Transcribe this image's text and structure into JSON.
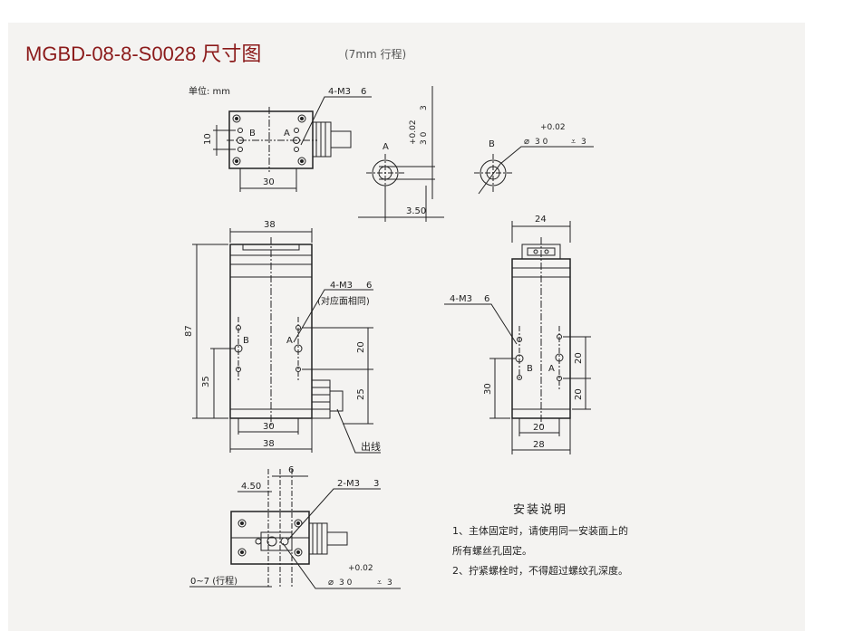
{
  "header": {
    "title": "MGBD-08-8-S0028 尺寸图",
    "subtitle": "(7mm 行程)"
  },
  "drawing": {
    "unit_label": "单位: mm",
    "top_view": {
      "thread_note": "4-M3",
      "thread_depth": "6",
      "dim_width": "30",
      "dim_side": "10",
      "label_a": "A",
      "label_b": "B"
    },
    "detail_a": {
      "label": "A",
      "tolerance": "+0.02",
      "nominal": "3  0",
      "depth": "3",
      "offset": "3.50"
    },
    "detail_b": {
      "label": "B",
      "tolerance": "+0.02",
      "nominal": "3  0",
      "depth": "3"
    },
    "front_view": {
      "dim_top": "38",
      "dim_height": "87",
      "dim_35": "35",
      "dim_20": "20",
      "dim_25": "25",
      "dim_30": "30",
      "dim_38": "38",
      "thread_note": "4-M3",
      "thread_depth": "6",
      "thread_sub": "(对应面相同)",
      "cable_label": "出线",
      "label_a": "A",
      "label_b": "B"
    },
    "side_view": {
      "dim_top": "24",
      "thread_note": "4-M3",
      "thread_depth": "6",
      "dim_30": "30",
      "dim_20a": "20",
      "dim_20b": "20",
      "dim_20c": "20",
      "dim_28": "28",
      "label_a": "A",
      "label_b": "B"
    },
    "bottom_view": {
      "dim_450": "4.50",
      "dim_6": "6",
      "thread_note": "2-M3",
      "thread_depth": "3",
      "stroke_note": "0~7 (行程)",
      "tolerance": "+0.02",
      "nominal": "3  0",
      "depth": "3"
    }
  },
  "installation_notes": {
    "title": "安装说明",
    "lines": [
      "1、主体固定时，请使用同一安装面上的",
      "所有螺丝孔固定。",
      "2、拧紧螺栓时，不得超过螺纹孔深度。"
    ]
  },
  "colors": {
    "title": "#8b1a1a",
    "panel": "#f4f3f1",
    "line": "#222222"
  }
}
